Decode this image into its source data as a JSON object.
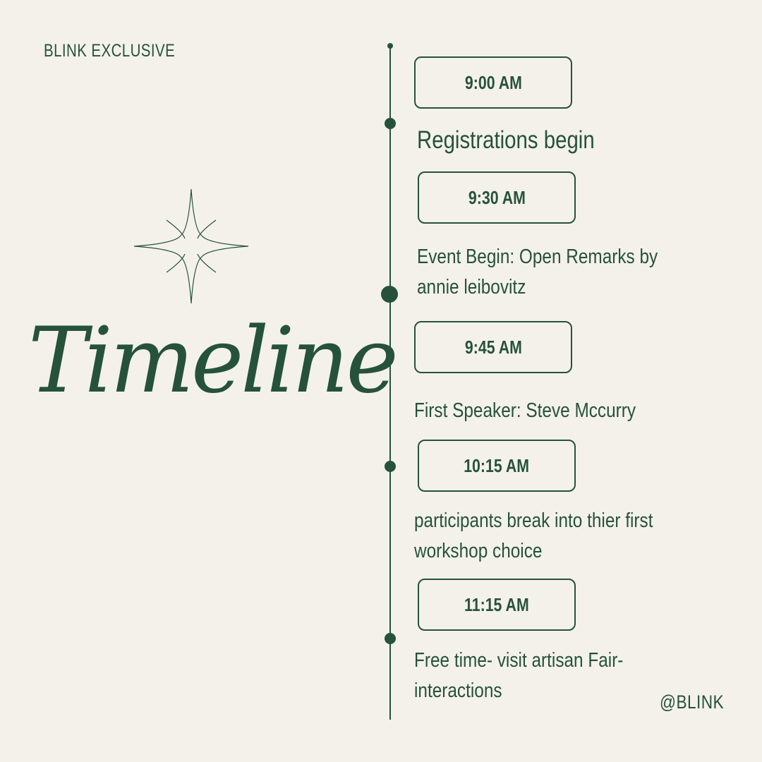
{
  "brand": "BLINK EXCLUSIVE",
  "title": "Timeline",
  "handle": "@BLINK",
  "colors": {
    "background": "#f4f1eb",
    "accent": "#26523a"
  },
  "icons": {
    "sparkle": "four-point-star-icon"
  },
  "events": [
    {
      "time": "9:00 AM",
      "lines": [
        "Registrations begin"
      ]
    },
    {
      "time": "9:30 AM",
      "lines": [
        "Event Begin: Open Remarks by",
        "annie leibovitz"
      ]
    },
    {
      "time": "9:45 AM",
      "lines": [
        "First Speaker: Steve Mccurry"
      ]
    },
    {
      "time": "10:15 AM",
      "lines": [
        "participants break into thier first",
        "workshop choice"
      ]
    },
    {
      "time": "11:15 AM",
      "lines": [
        "Free time- visit artisan Fair-",
        "interactions"
      ]
    }
  ]
}
